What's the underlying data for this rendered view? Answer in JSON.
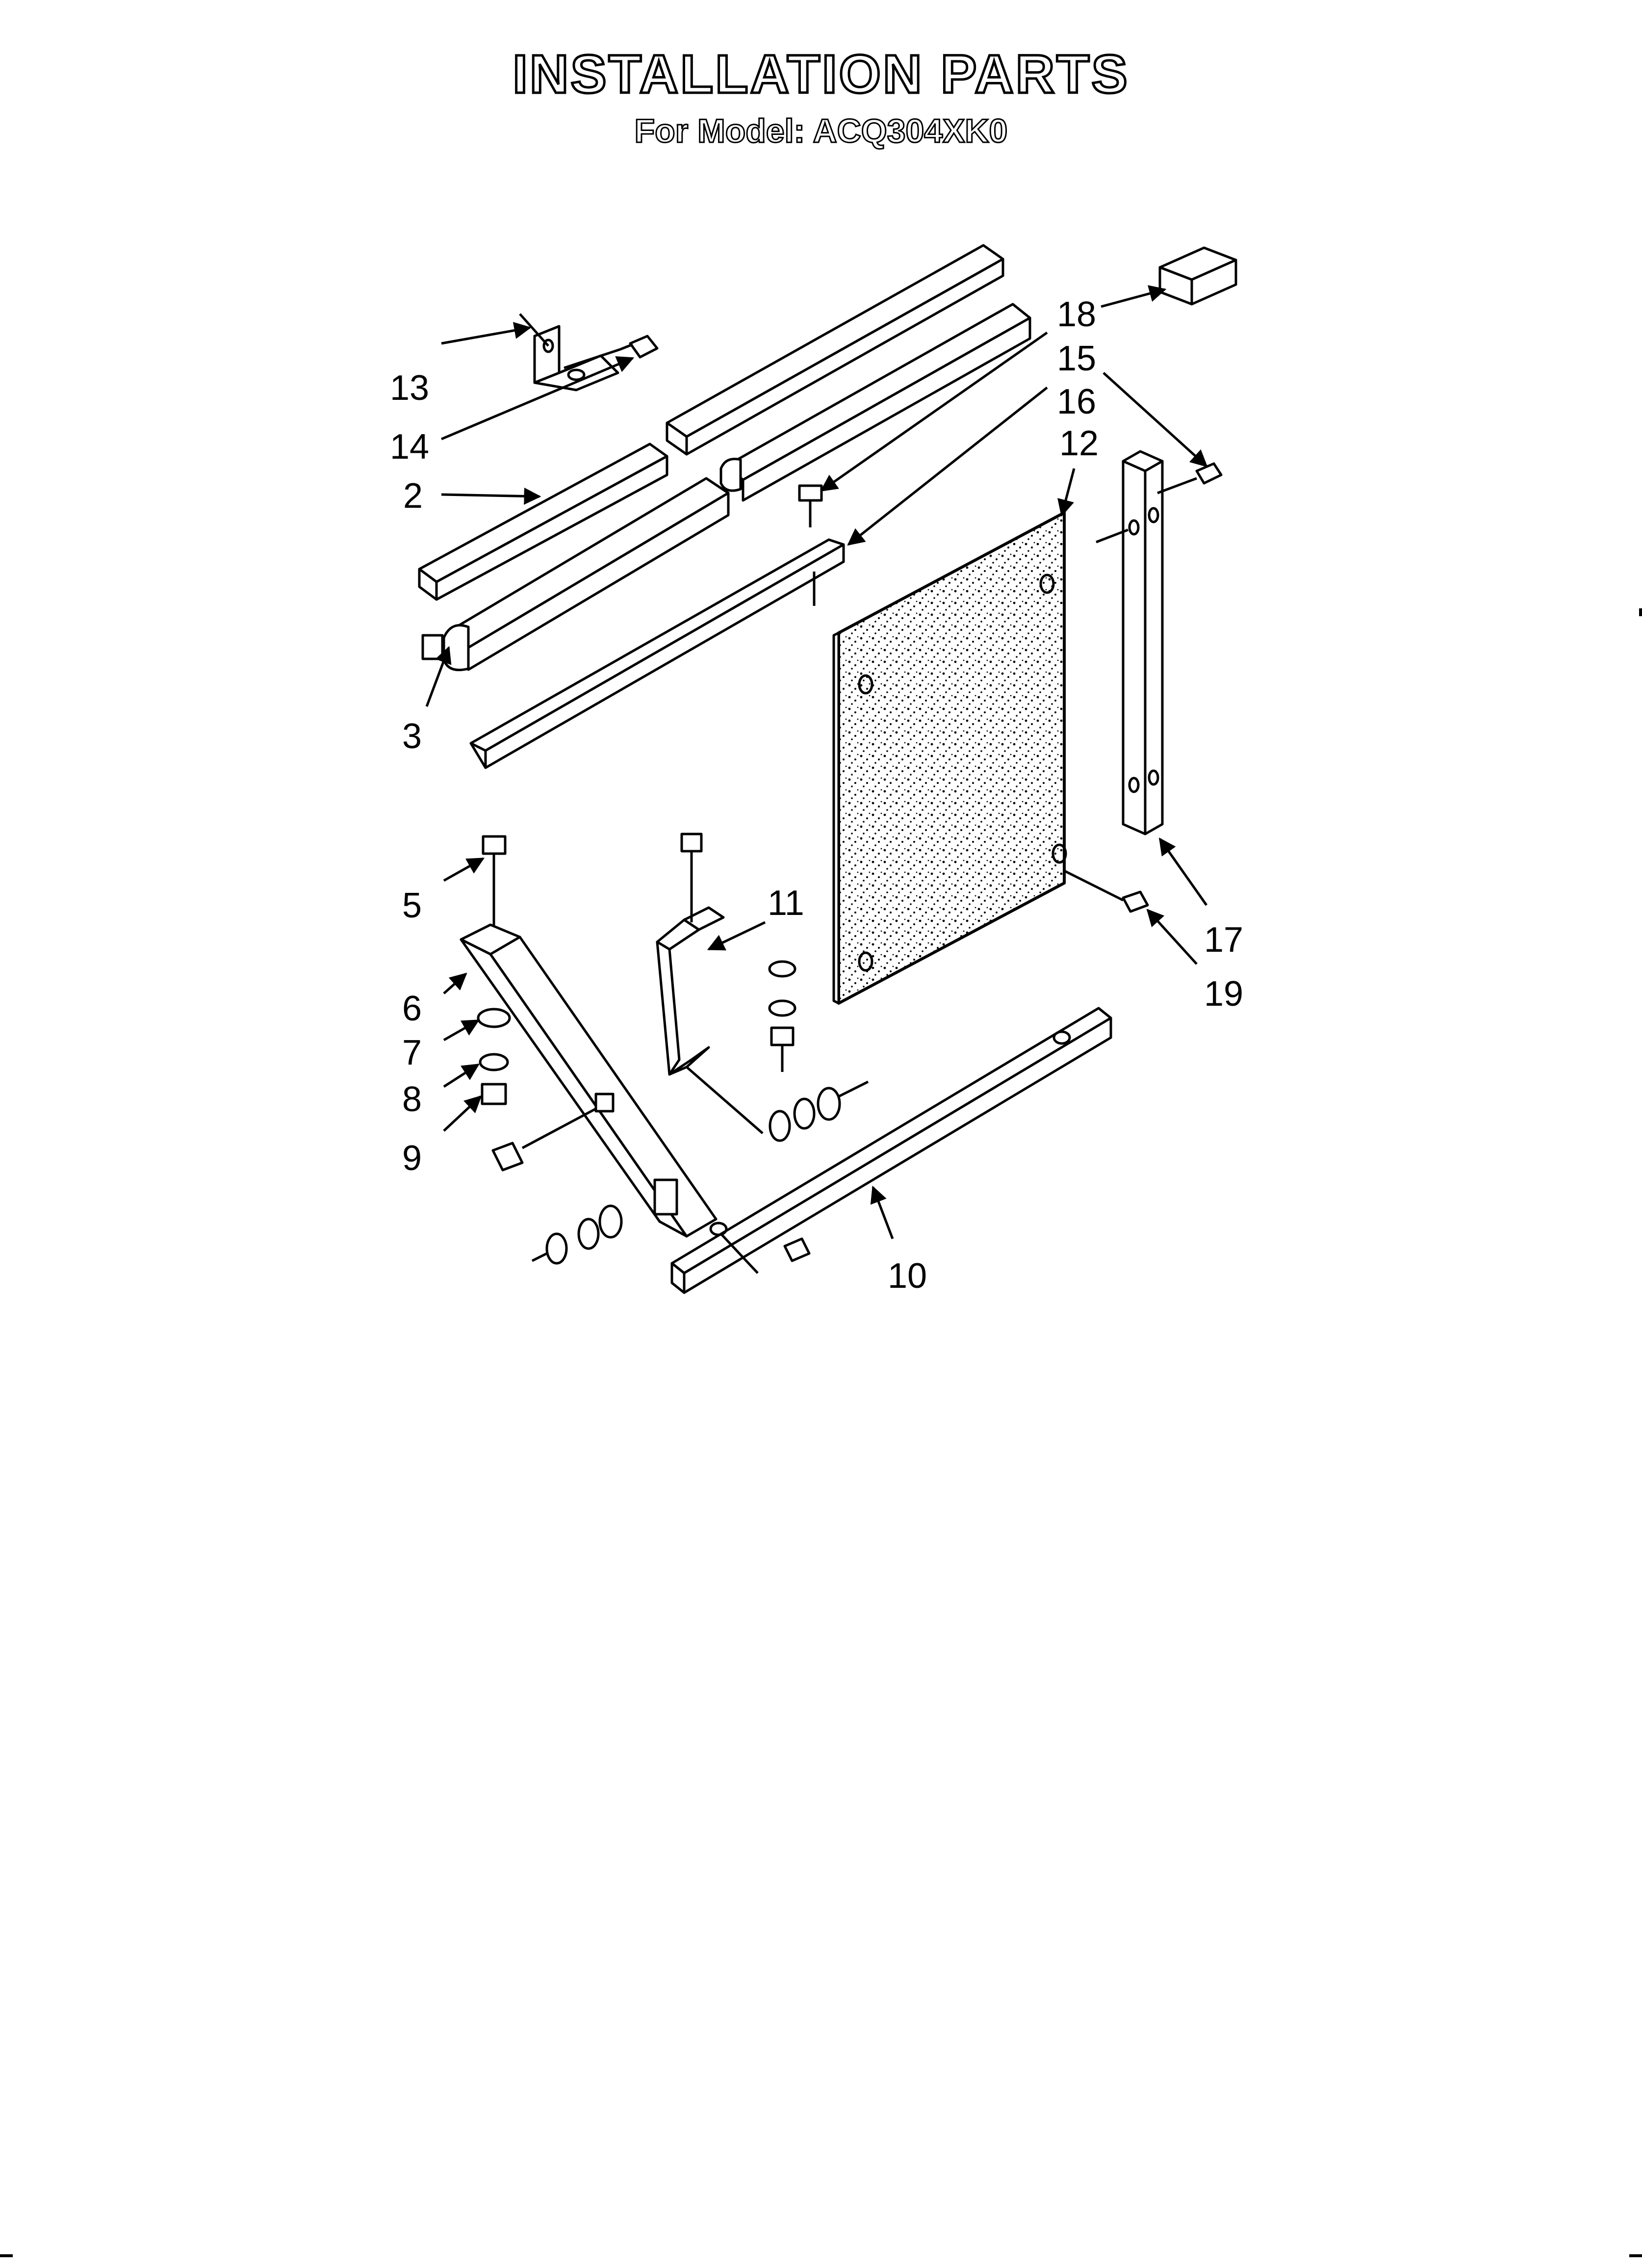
{
  "title": "INSTALLATION PARTS",
  "subtitle": "For Model: ACQ304XK0",
  "callouts": {
    "c13": "13",
    "c14": "14",
    "c2": "2",
    "c3": "3",
    "c18": "18",
    "c15": "15",
    "c16": "16",
    "c12": "12",
    "c5": "5",
    "c11": "11",
    "c6": "6",
    "c7": "7",
    "c8": "8",
    "c9": "9",
    "c17": "17",
    "c19": "19",
    "c10": "10"
  }
}
